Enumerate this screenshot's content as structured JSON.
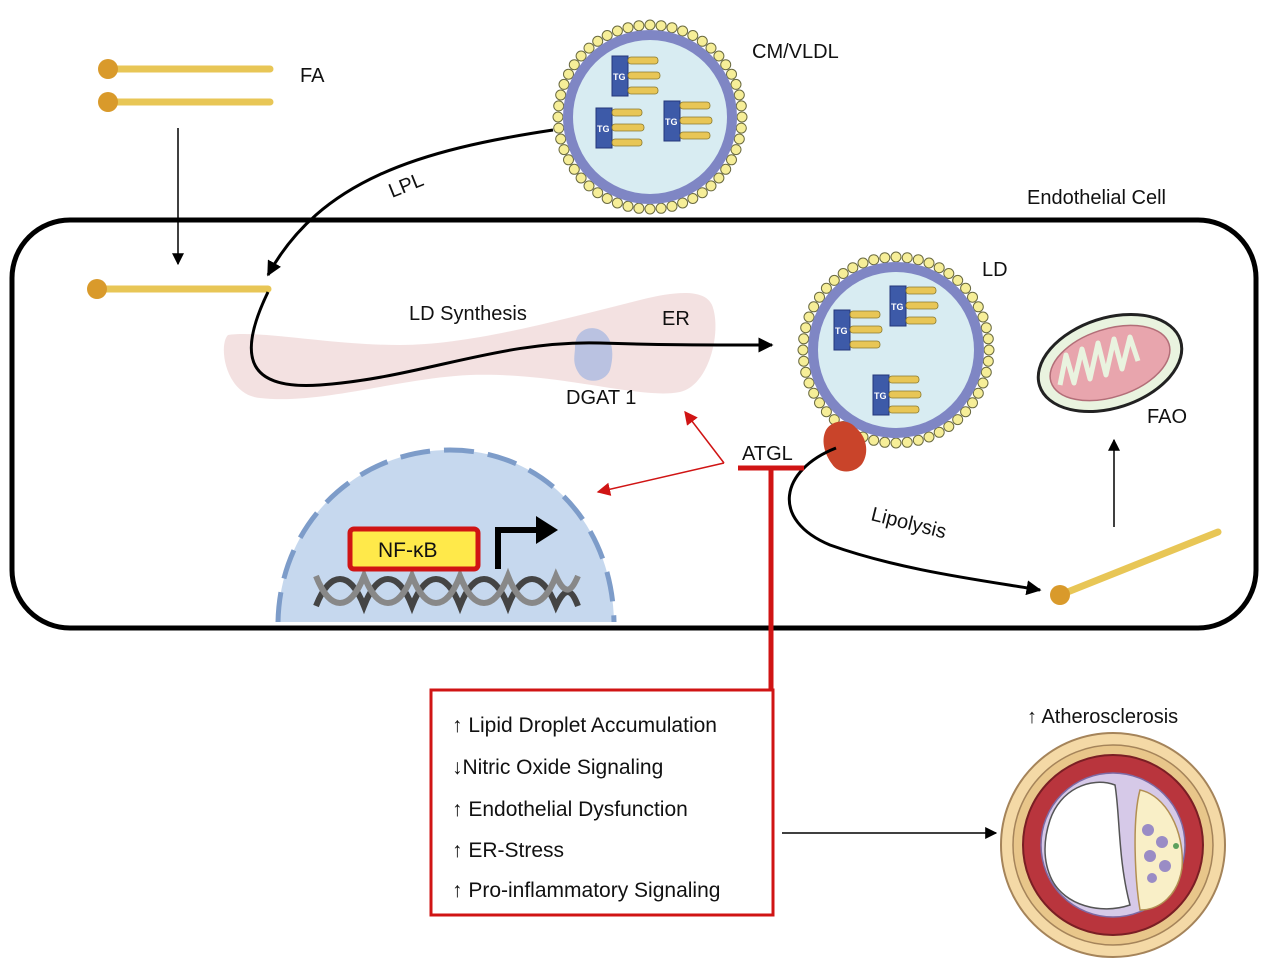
{
  "labels": {
    "fa": "FA",
    "cm_vldl": "CM/VLDL",
    "lpl": "LPL",
    "endothelial_cell": "Endothelial Cell",
    "ld_synthesis": "LD Synthesis",
    "er": "ER",
    "ld": "LD",
    "dgat1": "DGAT 1",
    "atgl": "ATGL",
    "fao": "FAO",
    "lipolysis": "Lipolysis",
    "nfkb": "NF-κB",
    "atherosclerosis": "↑ Atherosclerosis",
    "tg": "TG"
  },
  "effects": [
    "↑ Lipid Droplet Accumulation",
    "↓Nitric Oxide Signaling",
    "↑ Endothelial Dysfunction",
    "↑ ER-Stress",
    "↑ Pro-inflammatory Signaling"
  ],
  "colors": {
    "fatty_acid_tail": "#e8c656",
    "fatty_acid_head": "#d99a2b",
    "lipoprotein_shell": "#7f86c4",
    "lipoprotein_core": "#d8ecf2",
    "tg_block": "#3d5aa8",
    "er": "#f1dcdc",
    "dgat": "#b6c0e0",
    "nucleus": "#c6d8ee",
    "inhibition": "#d01414",
    "nfkb_fill": "#ffe94a",
    "mito_outer": "#e9f3df",
    "mito_inner": "#e8a5ad",
    "atgl_enzyme": "#c9442a"
  }
}
